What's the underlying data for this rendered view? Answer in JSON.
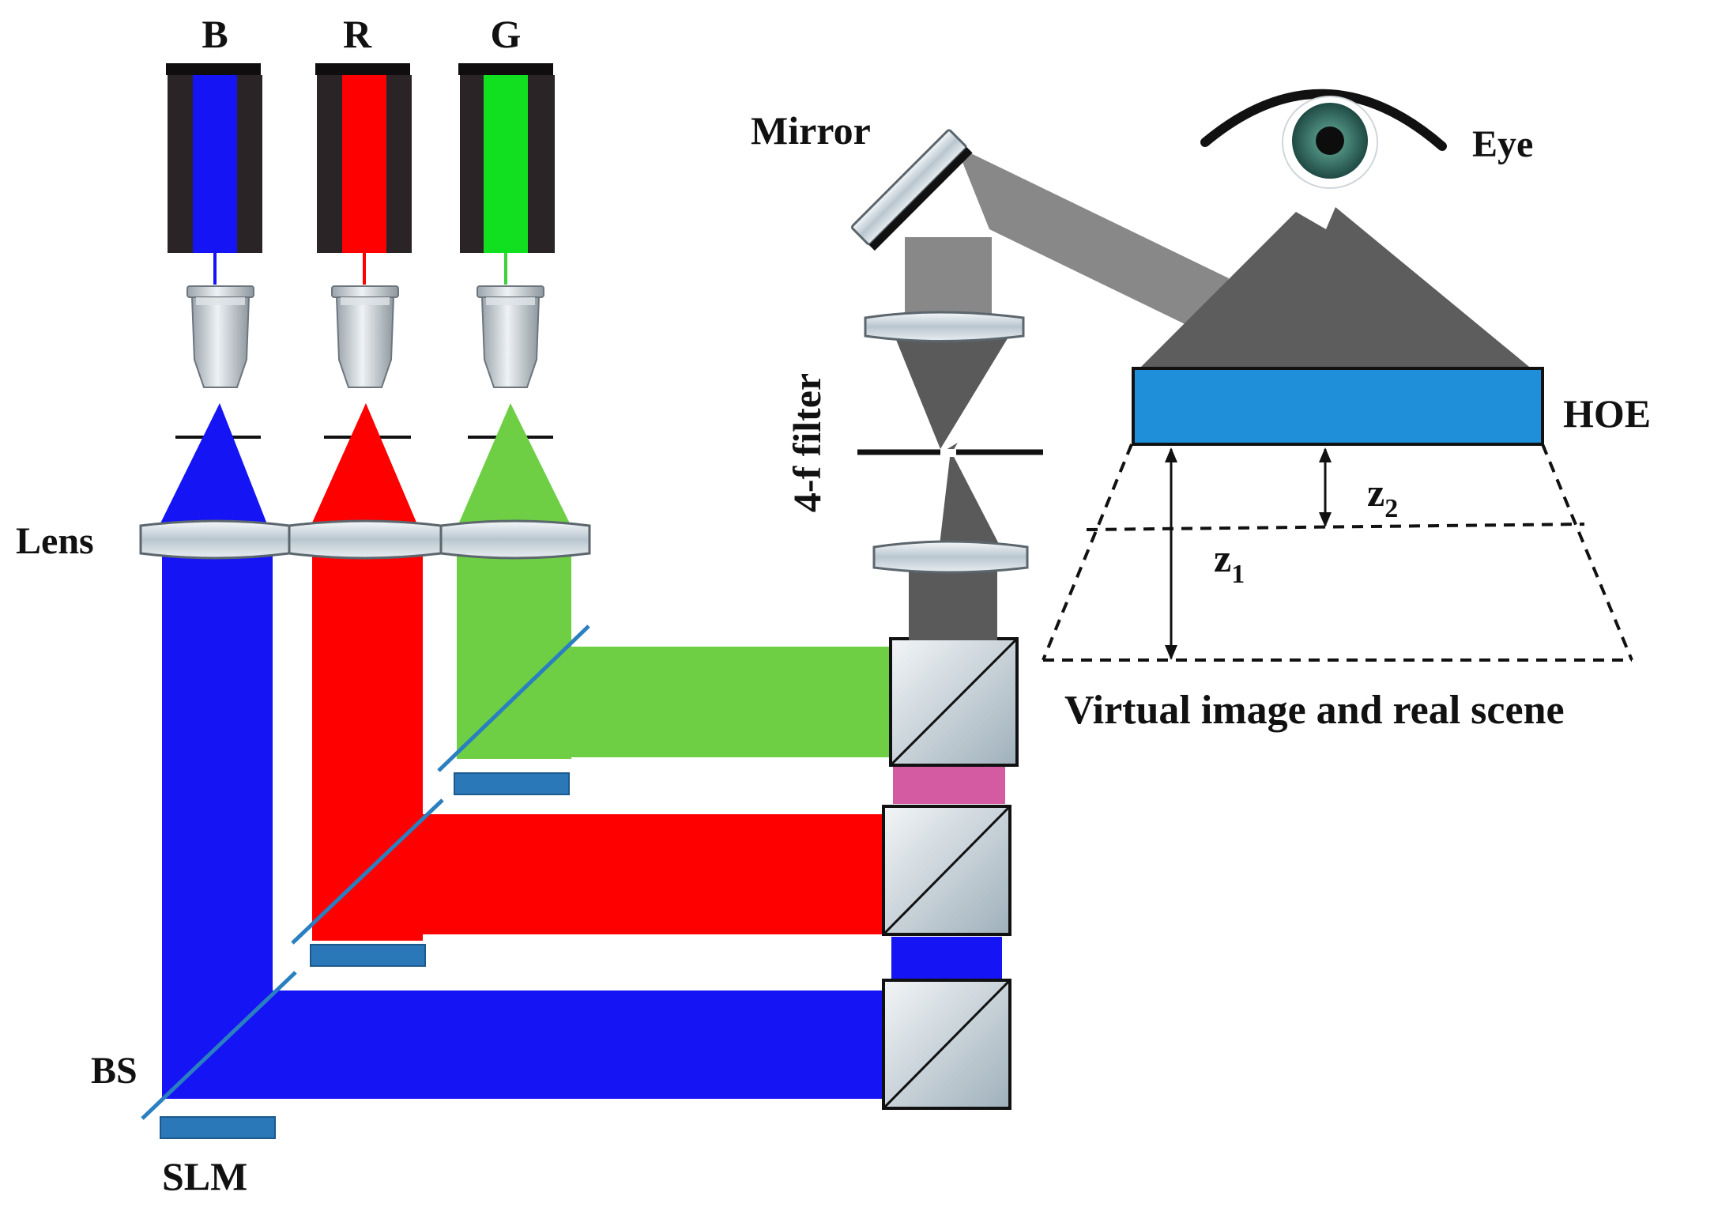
{
  "labels": {
    "laser_b": "B",
    "laser_r": "R",
    "laser_g": "G",
    "lens": "Lens",
    "bs": "BS",
    "slm": "SLM",
    "mirror": "Mirror",
    "filter": "4-f filter",
    "eye": "Eye",
    "hoe": "HOE",
    "z1": "z",
    "z1_sub": "1",
    "z2": "z",
    "z2_sub": "2",
    "scene": "Virtual image and real scene"
  },
  "colors": {
    "blue_beam": "#1414f5",
    "red_beam": "#ff0000",
    "green_beam": "#6ecf45",
    "magenta_beam": "#d45aa2",
    "grey_beam": "#5a5a5a",
    "light_grey_beam": "#8a8a8a",
    "hoe": "#1e8fd8",
    "splitter": "#2a7fc0",
    "slm": "#2b78b8",
    "laser_body": "#2a2427"
  }
}
